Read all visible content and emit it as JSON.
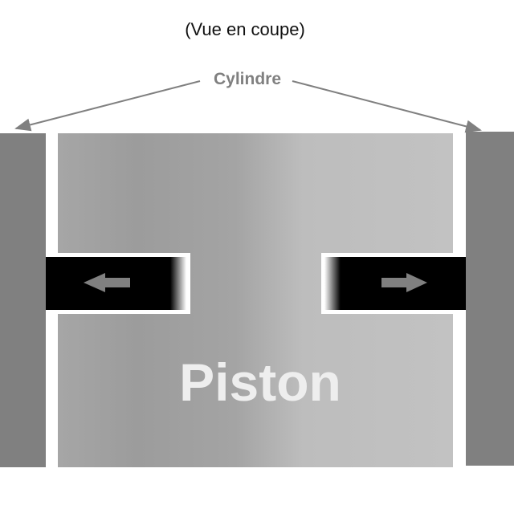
{
  "caption": "(Vue en coupe)",
  "cylinder_label": "Cylindre",
  "piston_label": "Piston",
  "colors": {
    "cylinder_wall": "#808080",
    "piston_dark": "#999999",
    "piston_light": "#c2c2c2",
    "ring": "#000000",
    "arrow": "#808080",
    "piston_text": "#eeeeee"
  },
  "icons": {
    "left_ring_arrow": "arrow-left-icon",
    "right_ring_arrow": "arrow-right-icon",
    "leader_lines": "leader-arrow-icon"
  }
}
